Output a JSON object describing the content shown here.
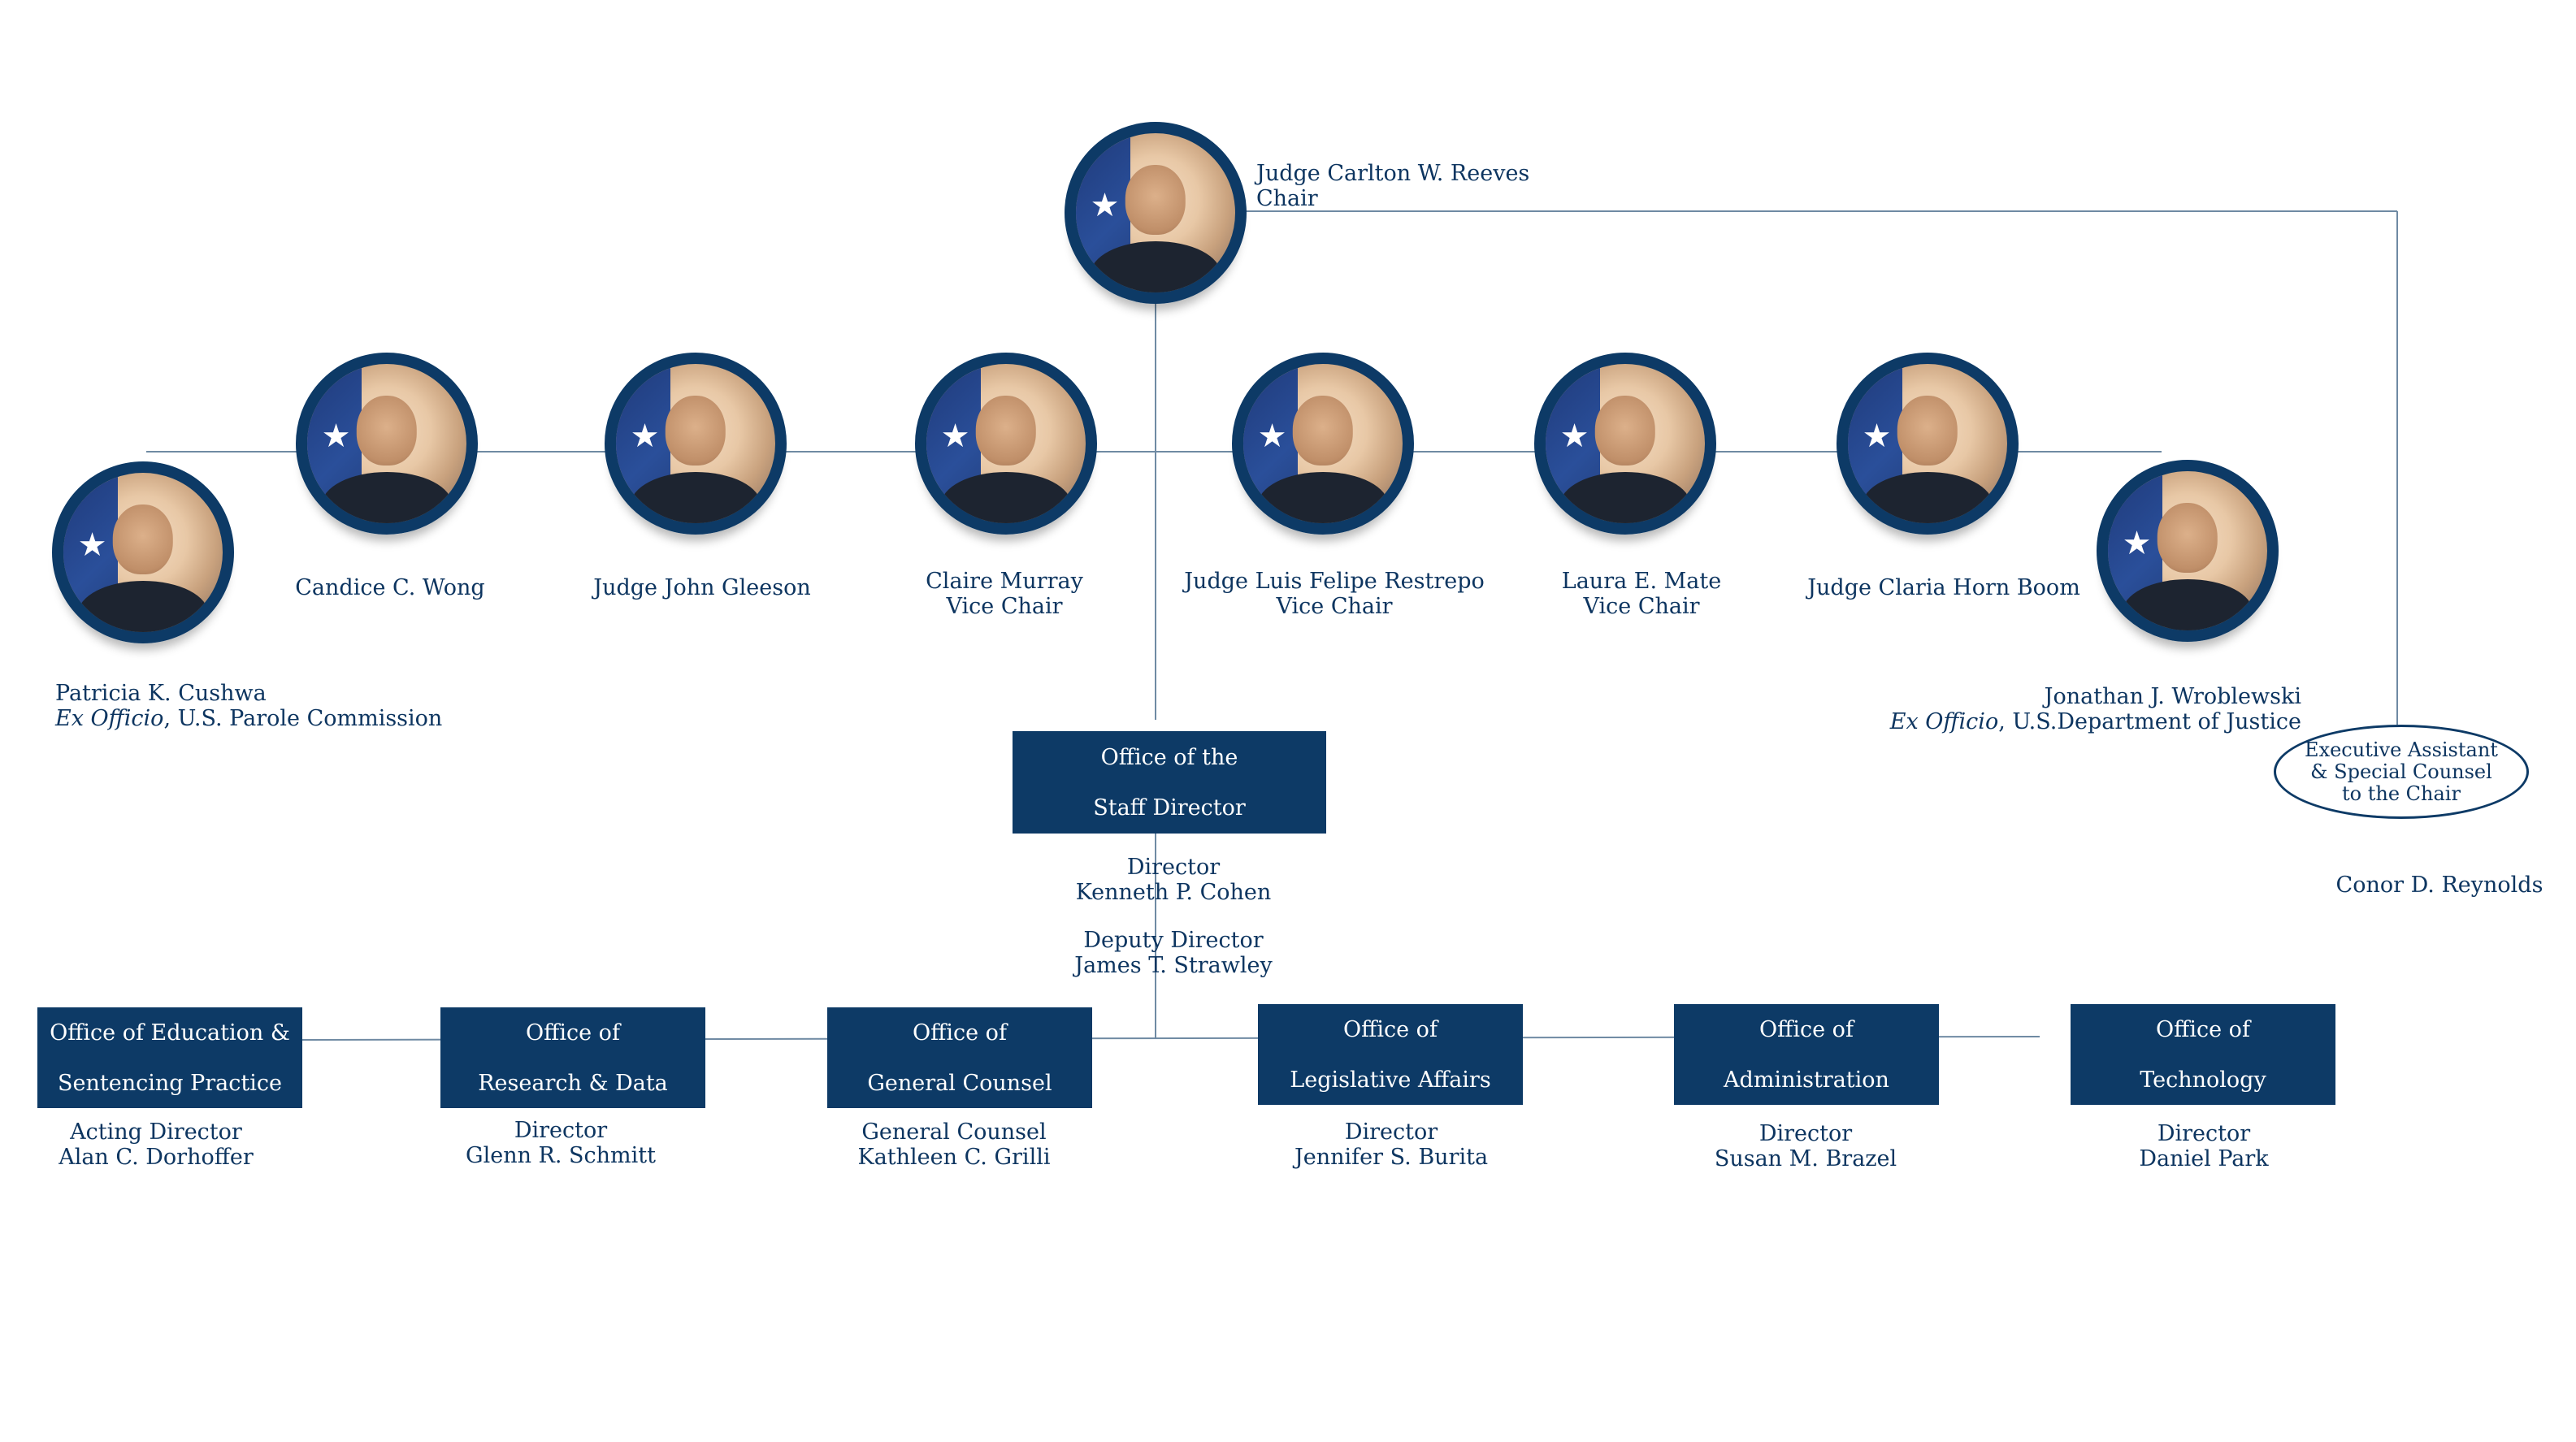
{
  "chair": {
    "name": "Judge Carlton W. Reeves",
    "title": "Chair"
  },
  "commissioners": [
    {
      "id": "cushwa",
      "name": "Patricia K. Cushwa",
      "title_italic": "Ex Officio",
      "title_rest": ", U.S. Parole Commission"
    },
    {
      "id": "wong",
      "name": "Candice C. Wong"
    },
    {
      "id": "gleeson",
      "name": "Judge John Gleeson"
    },
    {
      "id": "murray",
      "name": "Claire Murray",
      "title": "Vice Chair"
    },
    {
      "id": "restrepo",
      "name": "Judge Luis Felipe Restrepo",
      "title": "Vice Chair"
    },
    {
      "id": "mate",
      "name": "Laura E. Mate",
      "title": "Vice Chair"
    },
    {
      "id": "boom",
      "name": "Judge Claria Horn Boom"
    },
    {
      "id": "wroblewski",
      "name": "Jonathan J. Wroblewski",
      "title_italic": "Ex Officio",
      "title_rest": ", U.S.Department of Justice"
    }
  ],
  "staff_director_office": {
    "label_line1": "Office of the",
    "label_line2": "Staff Director",
    "director_title": "Director",
    "director_name": "Kenneth P. Cohen",
    "deputy_title": "Deputy Director",
    "deputy_name": "James T. Strawley"
  },
  "executive_assistant": {
    "line1": "Executive Assistant",
    "line2": "& Special Counsel",
    "line3": "to the Chair",
    "name": "Conor D. Reynolds"
  },
  "offices": [
    {
      "id": "education",
      "line1": "Office of Education &",
      "line2": "Sentencing Practice",
      "head_title": "Acting Director",
      "head_name": "Alan C. Dorhoffer"
    },
    {
      "id": "research",
      "line1": "Office of",
      "line2": "Research & Data",
      "head_title": "Director",
      "head_name": "Glenn R. Schmitt"
    },
    {
      "id": "counsel",
      "line1": "Office of",
      "line2": "General Counsel",
      "head_title": "General Counsel",
      "head_name": "Kathleen C. Grilli"
    },
    {
      "id": "legislative",
      "line1": "Office of",
      "line2": "Legislative Affairs",
      "head_title": "Director",
      "head_name": "Jennifer S. Burita"
    },
    {
      "id": "administration",
      "line1": "Office of",
      "line2": "Administration",
      "head_title": "Director",
      "head_name": "Susan M. Brazel"
    },
    {
      "id": "technology",
      "line1": "Office of",
      "line2": "Technology",
      "head_title": "Director",
      "head_name": "Daniel Park"
    }
  ],
  "colors": {
    "navy": "#0d3a66",
    "line": "#6f8aa3",
    "text": "#0d3560"
  }
}
